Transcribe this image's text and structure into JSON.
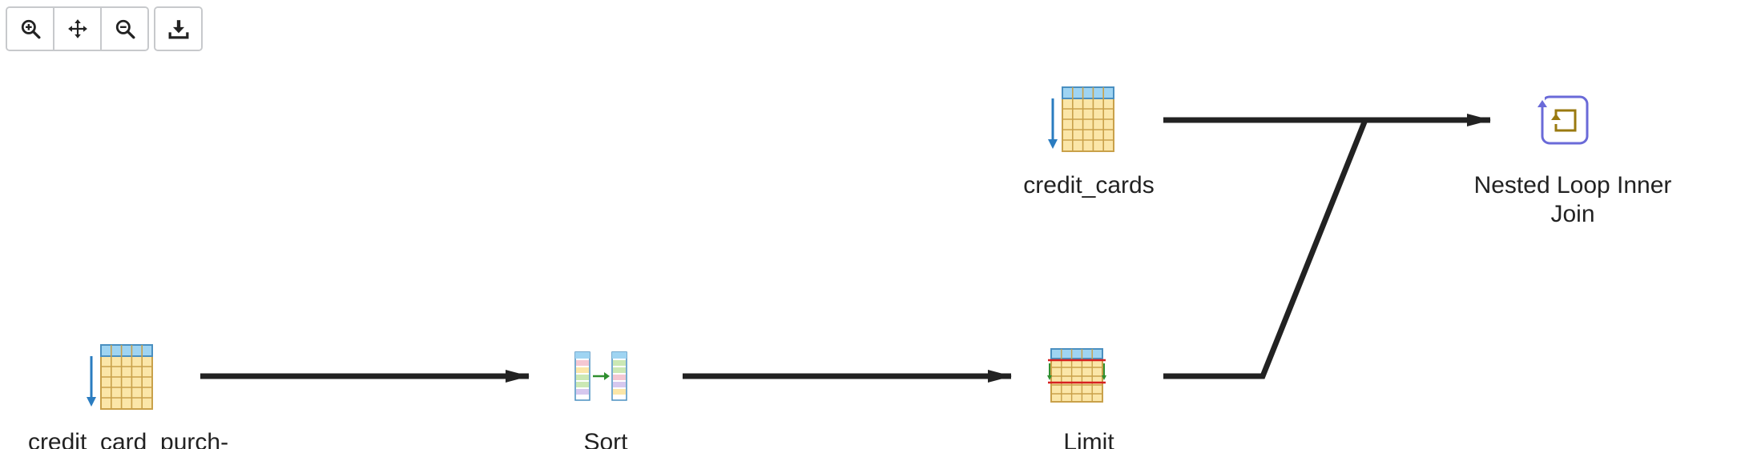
{
  "toolbar": {
    "buttons": [
      {
        "icon": "zoom-in-icon",
        "title": "Zoom in"
      },
      {
        "icon": "move-icon",
        "title": "Zoom to original"
      },
      {
        "icon": "zoom-out-icon",
        "title": "Zoom out"
      },
      {
        "icon": "download-icon",
        "title": "Download"
      }
    ]
  },
  "plan": {
    "nodes": {
      "credit_card_purchases": {
        "label": "credit_card_purch-",
        "icon": "seq-scan-icon"
      },
      "sort": {
        "label": "Sort",
        "icon": "sort-icon"
      },
      "limit": {
        "label": "Limit",
        "icon": "limit-icon"
      },
      "credit_cards": {
        "label": "credit_cards",
        "icon": "seq-scan-icon"
      },
      "nested_loop": {
        "label_line1": "Nested Loop Inner",
        "label_line2": "Join",
        "icon": "nested-loop-icon"
      }
    }
  },
  "colors": {
    "edge": "#222222",
    "table_fill": "#fbe6a8",
    "table_header": "#9fd4f2",
    "table_grid": "#c9a14a",
    "scan_arrow": "#2a7cc0",
    "loop_frame": "#6a6ad8",
    "loop_arrow": "#9a7a10",
    "limit_line": "#d62020",
    "limit_arrow": "#2f8f2f"
  }
}
